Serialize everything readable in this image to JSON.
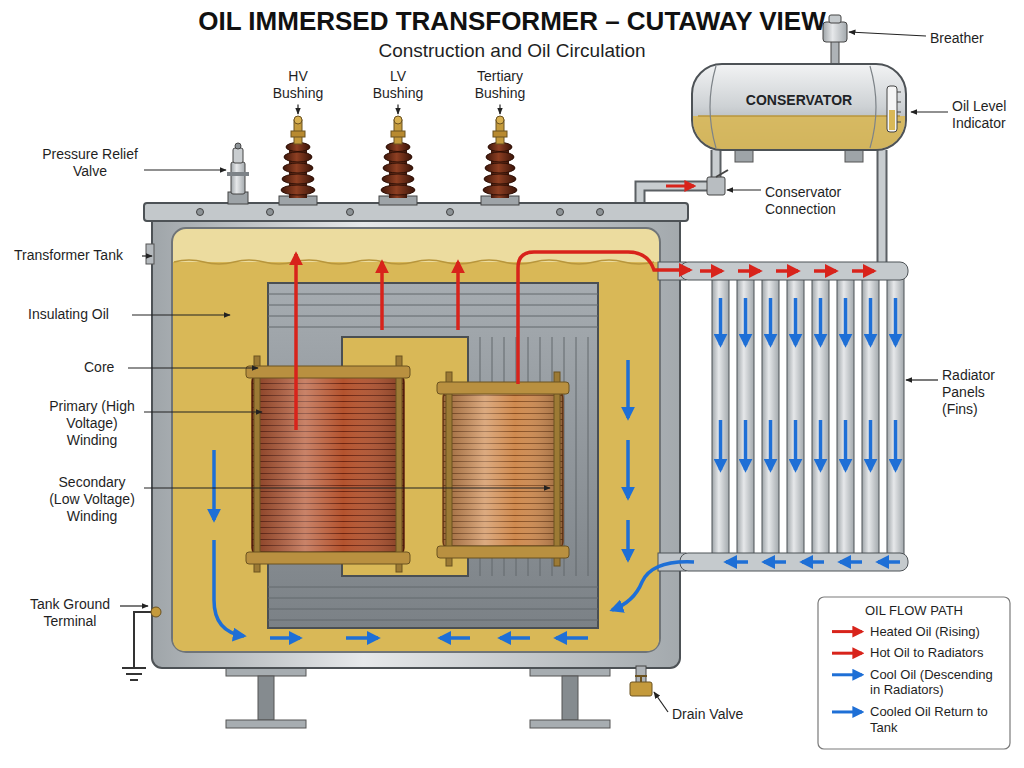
{
  "diagram": {
    "title": "OIL IMMERSED TRANSFORMER – CUTAWAY VIEW",
    "nodes": [
      {
        "text": [
          "CONSERVATOR"
        ]
      }
    ],
    "labels": [
      "Construction and Oil Circulation",
      "HV Bushing",
      "LV Bushing",
      "Tertiary Bushing",
      "Breather",
      "Pressure Relief Valve",
      "Oil Level Indicator",
      "Transformer Tank",
      "Conservator Connection",
      "Insulating Oil",
      "Core",
      "Primary (High Voltage) Winding",
      "Radiator Panels (Fins)",
      "Secondary (Low Voltage) Winding",
      "Tank Ground Terminal",
      "Drain Valve",
      "OIL FLOW PATH"
    ],
    "legend": [
      {
        "text": "Heated Oil (Rising)"
      },
      {
        "text": "Hot Oil to Radiators"
      },
      {
        "text": "Cool Oil (Descending in Radiators)"
      },
      {
        "text": "Cooled Oil Return to Tank"
      }
    ]
  }
}
